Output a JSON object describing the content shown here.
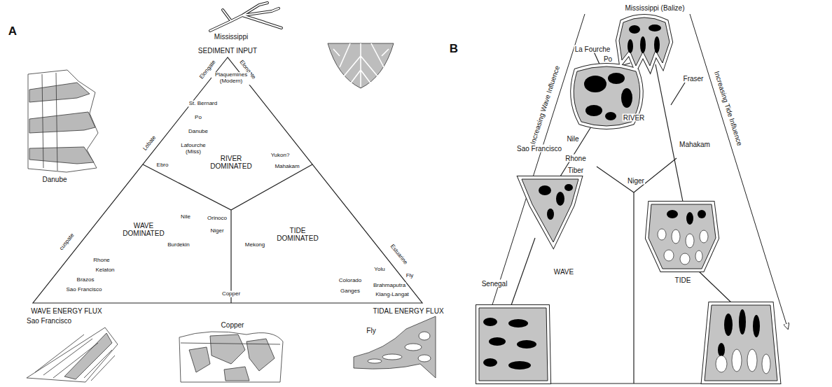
{
  "diagram": {
    "labels": [
      "A",
      "Mississippi",
      "SEDIMENT INPUT",
      "Elongate",
      "Elongate",
      "Plaquemines (Modern)",
      "St. Bernard",
      "Po",
      "Danube",
      "Lafourche (Miss)",
      "RIVER DOMINATED",
      "Yukon?",
      "Mahakam",
      "Danube",
      "Lobate",
      "Ebro",
      "Nile",
      "Orinoco",
      "Niger",
      "WAVE DOMINATED",
      "Burdekin",
      "TIDE DOMINATED",
      "Mekong",
      "Rhone",
      "Kelaton",
      "Brazos",
      "Sao Francisco",
      "Copper",
      "Colorado",
      "Yolu",
      "Fly",
      "Ganges",
      "Brahmaputra",
      "Klang-Langat",
      "Estuarine",
      "cuspate",
      "WAVE ENERGY FLUX",
      "TIDAL ENERGY FLUX",
      "Sao Francisco",
      "Copper",
      "Fly",
      "B",
      "Mississippi (Balize)",
      "La Fourche",
      "Po",
      "Fraser",
      "Nile",
      "RIVER",
      "Mahakam",
      "Sao Francisco",
      "Rhone",
      "Tiber",
      "Niger",
      "Senegal",
      "WAVE",
      "TIDE",
      "Increasing Wave Influence",
      "Increasing Tide Influence"
    ]
  }
}
